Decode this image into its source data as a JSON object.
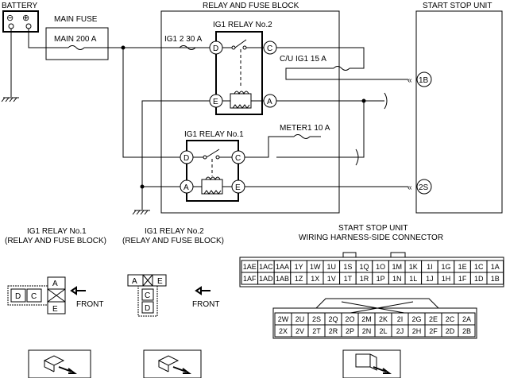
{
  "labels": {
    "battery": "BATTERY",
    "main_fuse": "MAIN FUSE",
    "main_fuse_rating": "MAIN 200 A",
    "relay_block": "RELAY AND FUSE BLOCK",
    "ssu": "START STOP UNIT",
    "ig1_fuse": "IG1 2 30 A",
    "relay2": "IG1 RELAY No.2",
    "cu_fuse": "C/U IG1 15 A",
    "relay1": "IG1 RELAY No.1",
    "meter_fuse": "METER1 10 A",
    "batt_minus": "⊖",
    "batt_plus": "⊕"
  },
  "terminals": {
    "d": "D",
    "c": "C",
    "e": "E",
    "a": "A",
    "ssu_1b": "1B",
    "ssu_2s": "2S"
  },
  "connectors": {
    "r1_title": "IG1 RELAY No.1",
    "r1_sub": "(RELAY AND FUSE BLOCK)",
    "r2_title": "IG1 RELAY No.2",
    "r2_sub": "(RELAY AND FUSE BLOCK)",
    "ssu_title": "START STOP UNIT",
    "ssu_sub": "WIRING HARNESS-SIDE CONNECTOR",
    "front": "FRONT",
    "r1_pins": {
      "a": "A",
      "e": "E",
      "d": "D",
      "c": "C"
    },
    "r2_pins": {
      "a": "A",
      "e": "E",
      "c": "C",
      "d": "D"
    },
    "ssu1_row1": [
      "1AE",
      "1AC",
      "1AA",
      "1Y",
      "1W",
      "1U",
      "1S",
      "1Q",
      "1O",
      "1M",
      "1K",
      "1I",
      "1G",
      "1E",
      "1C",
      "1A"
    ],
    "ssu1_row2": [
      "1AF",
      "1AD",
      "1AB",
      "1Z",
      "1X",
      "1V",
      "1T",
      "1R",
      "1P",
      "1N",
      "1L",
      "1J",
      "1H",
      "1F",
      "1D",
      "1B"
    ],
    "ssu2_row1": [
      "2W",
      "2U",
      "2S",
      "2Q",
      "2O",
      "2M",
      "2K",
      "2I",
      "2G",
      "2E",
      "2C",
      "2A"
    ],
    "ssu2_row2": [
      "2X",
      "2V",
      "2T",
      "2R",
      "2P",
      "2N",
      "2L",
      "2J",
      "2H",
      "2F",
      "2D",
      "2B"
    ]
  }
}
